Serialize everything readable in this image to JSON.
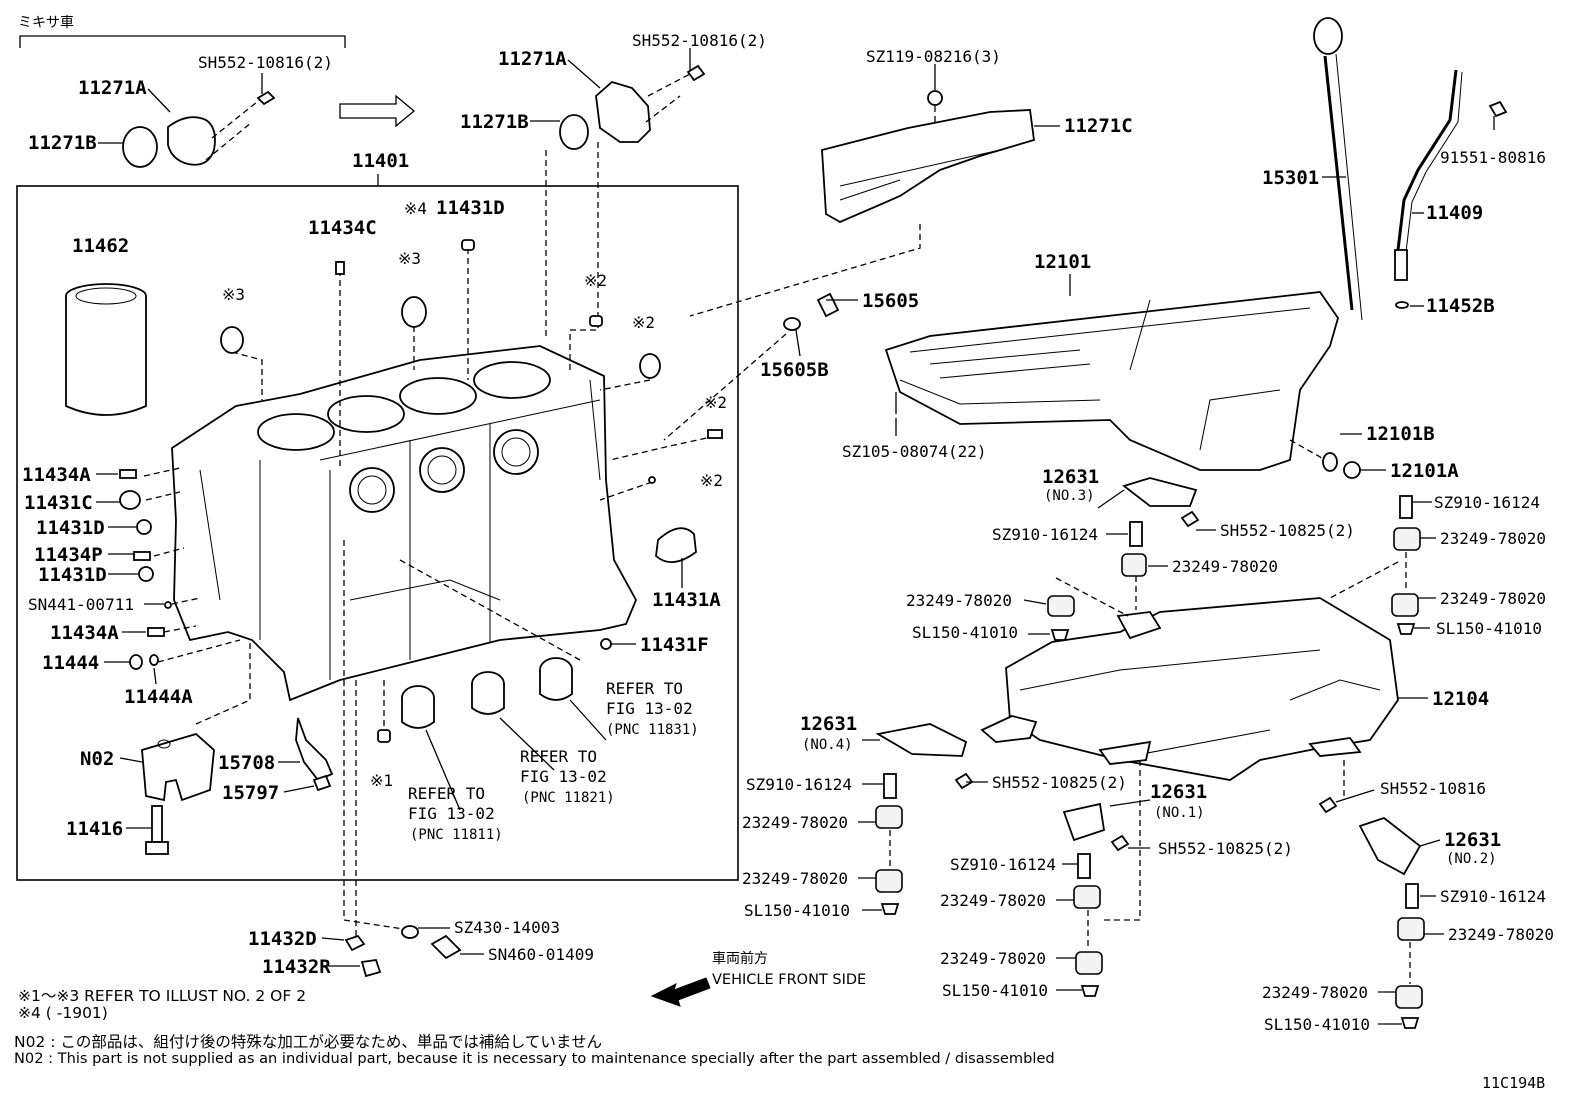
{
  "header": {
    "variant_label": "ミキサ車"
  },
  "box_label": "11401",
  "diagram_id": "11C194B",
  "direction": {
    "jp": "車両前方",
    "en": "VEHICLE FRONT SIDE"
  },
  "callouts": [
    {
      "id": "c1",
      "text": "11271A"
    },
    {
      "id": "c2",
      "text": "11271B"
    },
    {
      "id": "c3",
      "text": "SH552-10816(2)"
    },
    {
      "id": "c4",
      "text": "11271A"
    },
    {
      "id": "c5",
      "text": "11271B"
    },
    {
      "id": "c6",
      "text": "SH552-10816(2)"
    },
    {
      "id": "c7",
      "text": "SZ119-08216(3)"
    },
    {
      "id": "c8",
      "text": "11271C"
    },
    {
      "id": "c9",
      "text": "15301"
    },
    {
      "id": "c10",
      "text": "91551-80816"
    },
    {
      "id": "c11",
      "text": "11409"
    },
    {
      "id": "c12",
      "text": "11452B"
    },
    {
      "id": "c13",
      "text": "11462"
    },
    {
      "id": "c14",
      "text": "11434C"
    },
    {
      "id": "c15",
      "text": "11431D"
    },
    {
      "id": "c16",
      "text": "15605"
    },
    {
      "id": "c17",
      "text": "15605B"
    },
    {
      "id": "c18",
      "text": "12101"
    },
    {
      "id": "c19",
      "text": "SZ105-08074(22)"
    },
    {
      "id": "c20",
      "text": "12101B"
    },
    {
      "id": "c21",
      "text": "12101A"
    },
    {
      "id": "c22",
      "text": "11434A"
    },
    {
      "id": "c23",
      "text": "11431C"
    },
    {
      "id": "c24",
      "text": "11431D"
    },
    {
      "id": "c25",
      "text": "11434P"
    },
    {
      "id": "c26",
      "text": "11431D"
    },
    {
      "id": "c27",
      "text": "SN441-00711"
    },
    {
      "id": "c28",
      "text": "11434A"
    },
    {
      "id": "c29",
      "text": "11444"
    },
    {
      "id": "c30",
      "text": "11444A"
    },
    {
      "id": "c31",
      "text": "11431A"
    },
    {
      "id": "c32",
      "text": "11431F"
    },
    {
      "id": "c33",
      "text": "N02"
    },
    {
      "id": "c34",
      "text": "15708"
    },
    {
      "id": "c35",
      "text": "15797"
    },
    {
      "id": "c36",
      "text": "11416"
    },
    {
      "id": "c37",
      "text": "12631"
    },
    {
      "id": "c38",
      "text": "(NO.3)"
    },
    {
      "id": "c39",
      "text": "SZ910-16124"
    },
    {
      "id": "c40",
      "text": "SH552-10825(2)"
    },
    {
      "id": "c41",
      "text": "23249-78020"
    },
    {
      "id": "c42",
      "text": "23249-78020"
    },
    {
      "id": "c43",
      "text": "SL150-41010"
    },
    {
      "id": "c44",
      "text": "SZ910-16124"
    },
    {
      "id": "c45",
      "text": "23249-78020"
    },
    {
      "id": "c46",
      "text": "23249-78020"
    },
    {
      "id": "c47",
      "text": "SL150-41010"
    },
    {
      "id": "c48",
      "text": "12104"
    },
    {
      "id": "c49",
      "text": "12631"
    },
    {
      "id": "c50",
      "text": "(NO.4)"
    },
    {
      "id": "c51",
      "text": "SZ910-16124"
    },
    {
      "id": "c52",
      "text": "SH552-10825(2)"
    },
    {
      "id": "c53",
      "text": "23249-78020"
    },
    {
      "id": "c54",
      "text": "12631"
    },
    {
      "id": "c55",
      "text": "(NO.1)"
    },
    {
      "id": "c56",
      "text": "SH552-10825(2)"
    },
    {
      "id": "c57",
      "text": "SZ910-16124"
    },
    {
      "id": "c58",
      "text": "23249-78020"
    },
    {
      "id": "c59",
      "text": "SL150-41010"
    },
    {
      "id": "c60",
      "text": "23249-78020"
    },
    {
      "id": "c61",
      "text": "23249-78020"
    },
    {
      "id": "c62",
      "text": "SL150-41010"
    },
    {
      "id": "c63",
      "text": "SH552-10816"
    },
    {
      "id": "c64",
      "text": "12631"
    },
    {
      "id": "c65",
      "text": "(NO.2)"
    },
    {
      "id": "c66",
      "text": "SZ910-16124"
    },
    {
      "id": "c67",
      "text": "23249-78020"
    },
    {
      "id": "c68",
      "text": "23249-78020"
    },
    {
      "id": "c69",
      "text": "SL150-41010"
    },
    {
      "id": "c70",
      "text": "11432D"
    },
    {
      "id": "c71",
      "text": "11432R"
    },
    {
      "id": "c72",
      "text": "SZ430-14003"
    },
    {
      "id": "c73",
      "text": "SN460-01409"
    }
  ],
  "marks": [
    {
      "id": "m1",
      "text": "※4"
    },
    {
      "id": "m2",
      "text": "※3"
    },
    {
      "id": "m3",
      "text": "※3"
    },
    {
      "id": "m4",
      "text": "※2"
    },
    {
      "id": "m5",
      "text": "※2"
    },
    {
      "id": "m6",
      "text": "※2"
    },
    {
      "id": "m7",
      "text": "※2"
    },
    {
      "id": "m8",
      "text": "※1"
    }
  ],
  "refer": [
    {
      "id": "r1",
      "line1": "REFER TO",
      "line2": "FIG 13-02",
      "line3": "(PNC 11831)"
    },
    {
      "id": "r2",
      "line1": "REFER TO",
      "line2": "FIG 13-02",
      "line3": "(PNC 11821)"
    },
    {
      "id": "r3",
      "line1": "REFER TO",
      "line2": "FIG 13-02",
      "line3": "(PNC 11811)"
    }
  ],
  "notes": {
    "n1": "※1～※3  REFER TO ILLUST NO. 2 OF 2",
    "n2": "※4 (      -1901)",
    "n3": "N02 : この部品は、組付け後の特殊な加工が必要なため、単品では補給していません",
    "n4": "N02 : This part is not supplied as an individual part, because it is necessary to maintenance specially after the part assembled / disassembled"
  }
}
